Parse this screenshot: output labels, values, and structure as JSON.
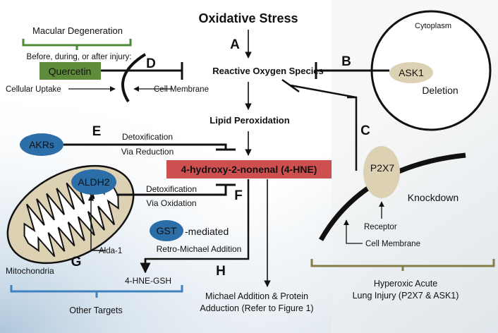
{
  "title": "Oxidative Stress",
  "steps": {
    "A": "A",
    "B": "B",
    "C": "C",
    "D": "D",
    "E": "E",
    "F": "F",
    "G": "G",
    "H": "H"
  },
  "nodes": {
    "ros": "Reactive Oxygen Species",
    "lipid_peroxidation": "Lipid Peroxidation",
    "hne": "4-hydroxy-2-nonenal (4-HNE)",
    "hne_gsh": "4-HNE-GSH",
    "michael_line1": "Michael Addition & Protein",
    "michael_line2": "Adduction (Refer to Figure 1)"
  },
  "quercetin": {
    "bracket_label": "Macular Degeneration",
    "timing": "Before, during, or after injury:",
    "box": "Quercetin",
    "uptake": "Cellular Uptake",
    "membrane": "Cell Membrane"
  },
  "cytoplasm": {
    "label": "Cytoplasm",
    "ask1": "ASK1",
    "deletion": "Deletion"
  },
  "akrs": {
    "name": "AKRs",
    "line1": "Detoxification",
    "line2": "Via Reduction"
  },
  "aldh2": {
    "name": "ALDH2",
    "line1": "Detoxification",
    "line2": "Via Oxidation",
    "activator": "Alda-1",
    "organelle": "Mitochondria"
  },
  "gst": {
    "name": "GST",
    "suffix": "-mediated",
    "reaction": "Retro-Michael Addition"
  },
  "other_targets": "Other Targets",
  "p2x7": {
    "name": "P2X7",
    "knockdown": "Knockdown",
    "receptor": "Receptor",
    "membrane": "Cell Membrane",
    "bracket_line1": "Hyperoxic Acute",
    "bracket_line2": "Lung Injury (P2X7 & ASK1)"
  },
  "colors": {
    "hne_box": "#cd4f4f",
    "quercetin_box": "#5e8c3a",
    "enzyme_oval": "#2b6ea8",
    "tan_oval": "#ddd1b4",
    "blue_bracket": "#3f82bf",
    "olive_bracket": "#857d48",
    "green_bracket": "#4d8a37"
  }
}
